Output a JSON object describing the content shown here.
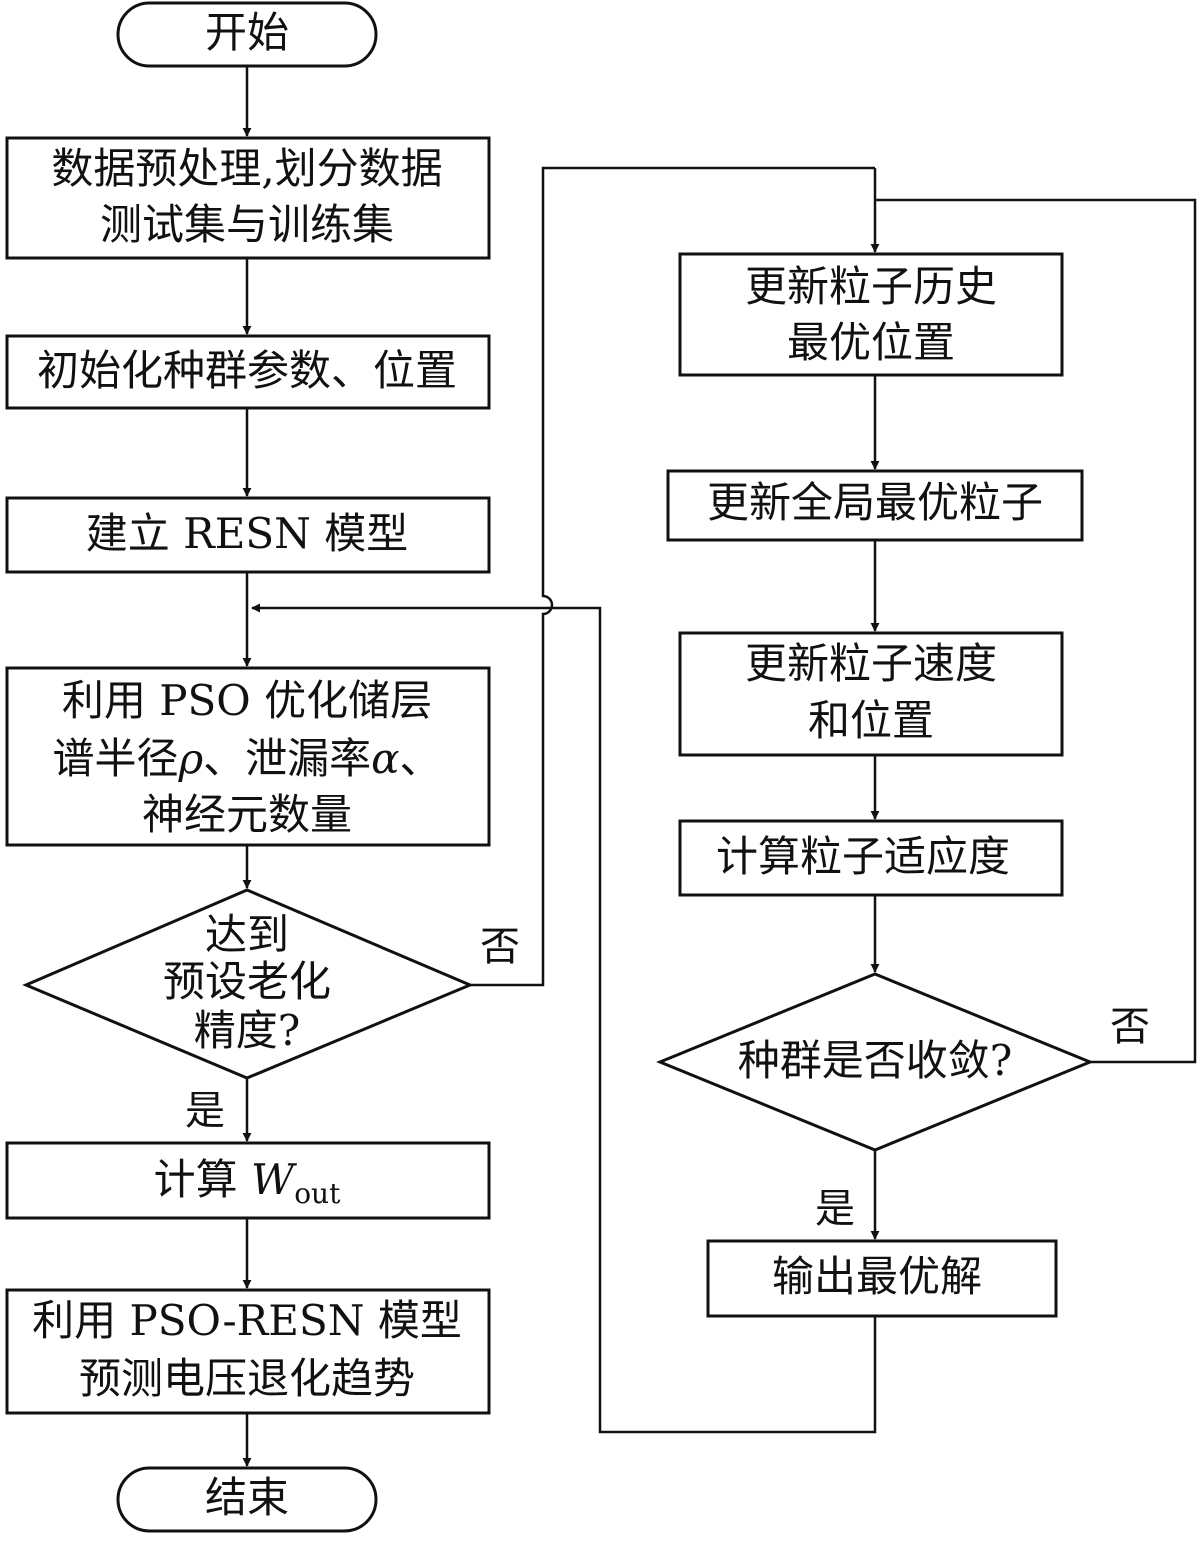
{
  "nodes": {
    "start": "开始",
    "preprocess_l1": "数据预处理,划分数据",
    "preprocess_l2": "测试集与训练集",
    "init": "初始化种群参数、位置",
    "build": "建立 RESN 模型",
    "pso_l1": "利用 PSO 优化储层",
    "pso_l2_a": "谱半径",
    "pso_l2_rho": "ρ",
    "pso_l2_b": "、泄漏率",
    "pso_l2_alpha": "α",
    "pso_l2_c": "、",
    "pso_l3": "神经元数量",
    "decision1_l1": "达到",
    "decision1_l2": "预设老化",
    "decision1_l3": "精度?",
    "compute_a": "计算 ",
    "compute_w": "W",
    "compute_sub": "out",
    "predict_l1": "利用 PSO-RESN 模型",
    "predict_l2": "预测电压退化趋势",
    "end": "结束",
    "update_hist_l1": "更新粒子历史",
    "update_hist_l2": "最优位置",
    "update_global": "更新全局最优粒子",
    "update_vel_l1": "更新粒子速度",
    "update_vel_l2": "和位置",
    "fitness": "计算粒子适应度",
    "decision2": "种群是否收敛?",
    "output": "输出最优解"
  },
  "labels": {
    "no1": "否",
    "yes1": "是",
    "no2": "否",
    "yes2": "是"
  }
}
